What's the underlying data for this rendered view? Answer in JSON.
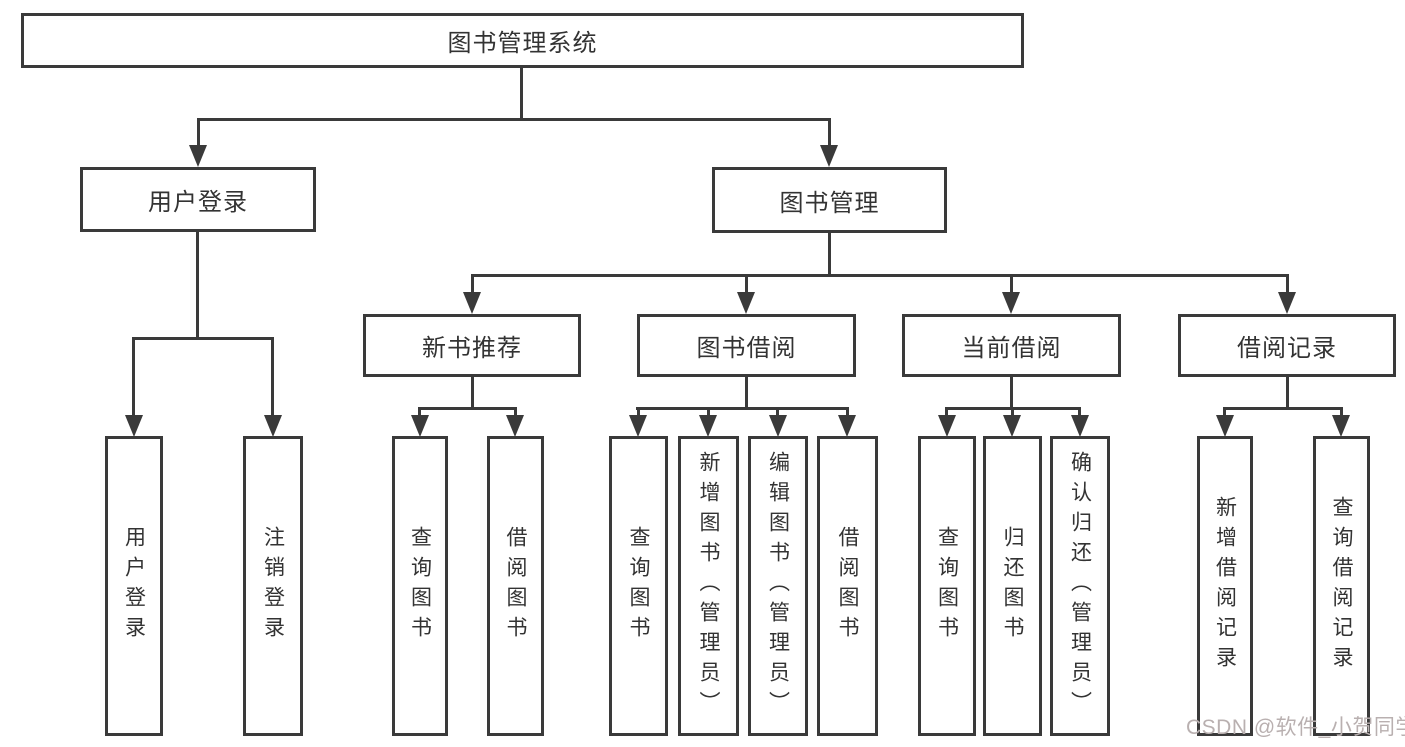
{
  "colors": {
    "background": "#ffffff",
    "line": "#3a3a3a",
    "box_border": "#3a3a3a",
    "text": "#333333",
    "watermark": "#b9b0b0"
  },
  "watermark": {
    "text": "CSDN @软件_小贺同学"
  },
  "tree": {
    "label": "图书管理系统",
    "children": [
      {
        "label": "用户登录",
        "children": [
          {
            "label": "用户登录"
          },
          {
            "label": "注销登录"
          }
        ]
      },
      {
        "label": "图书管理",
        "children": [
          {
            "label": "新书推荐",
            "children": [
              {
                "label": "查询图书"
              },
              {
                "label": "借阅图书"
              }
            ]
          },
          {
            "label": "图书借阅",
            "children": [
              {
                "label": "查询图书"
              },
              {
                "label": "新增图书（管理员）"
              },
              {
                "label": "编辑图书（管理员）"
              },
              {
                "label": "借阅图书"
              }
            ]
          },
          {
            "label": "当前借阅",
            "children": [
              {
                "label": "查询图书"
              },
              {
                "label": "归还图书"
              },
              {
                "label": "确认归还（管理员）"
              }
            ]
          },
          {
            "label": "借阅记录",
            "children": [
              {
                "label": "新增借阅记录"
              },
              {
                "label": "查询借阅记录"
              }
            ]
          }
        ]
      }
    ]
  }
}
